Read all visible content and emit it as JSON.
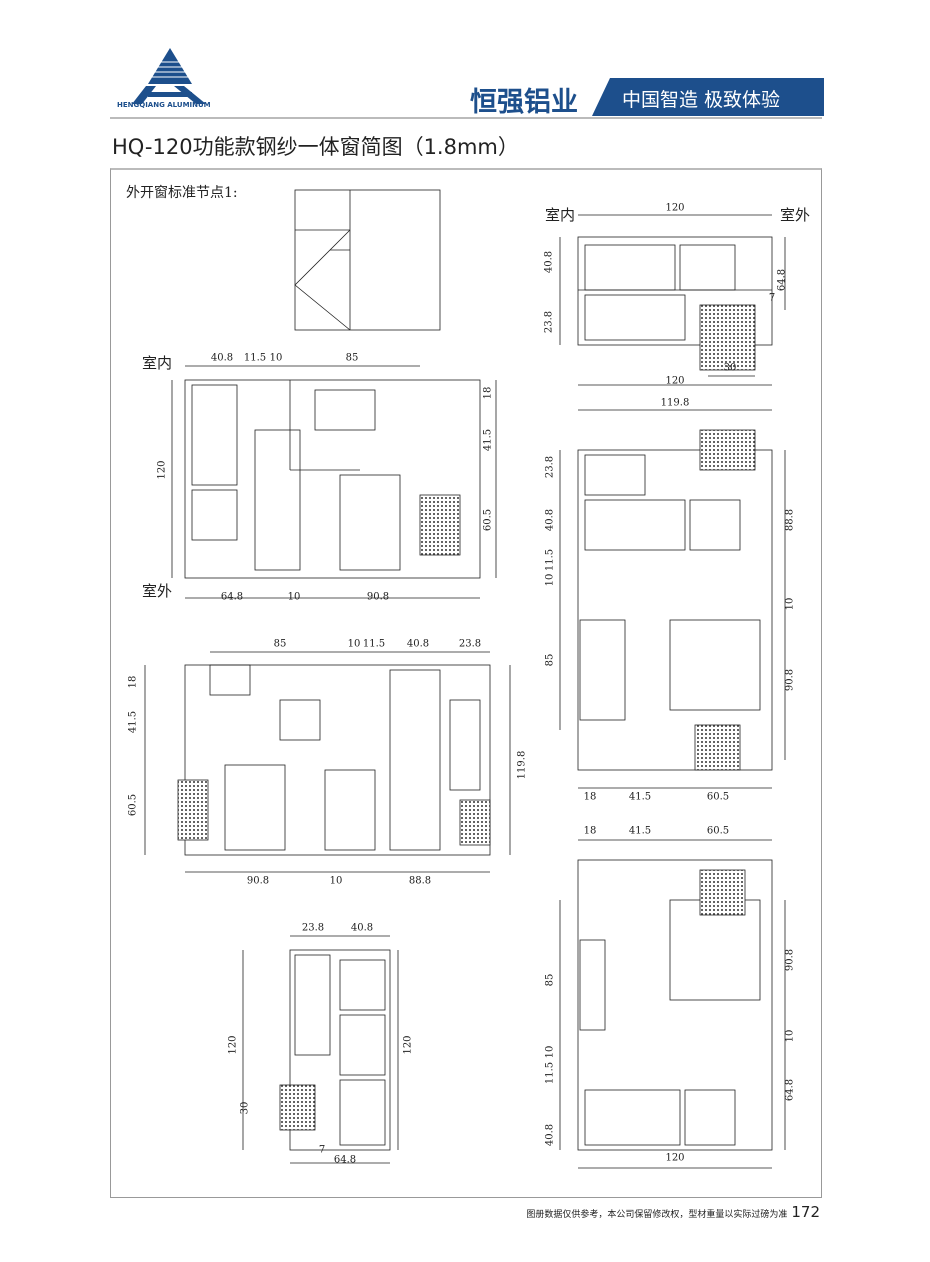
{
  "header": {
    "logo_text": "HENGQIANG ALUMINUM",
    "brand": "恒强铝业",
    "slogan": "中国智造 极致体验",
    "brand_color": "#1d4f8c"
  },
  "title": "HQ-120功能款钢纱一体窗简图（1.8mm）",
  "node_label": "外开窗标准节点1:",
  "drawings": {
    "a": {
      "labels": [
        "室内",
        "120",
        "室外",
        "40.8",
        "23.8",
        "64.8",
        "7",
        "30",
        "120"
      ]
    },
    "b": {
      "labels": [
        "室内",
        "40.8",
        "11.5",
        "10",
        "85",
        "120",
        "18",
        "41.5",
        "60.5",
        "室外",
        "64.8",
        "10",
        "90.8"
      ]
    },
    "c": {
      "labels": [
        "119.8",
        "23.8",
        "40.8",
        "11.5",
        "10",
        "85",
        "88.8",
        "10",
        "90.8",
        "18",
        "41.5",
        "60.5"
      ]
    },
    "d": {
      "labels": [
        "85",
        "10",
        "11.5",
        "40.8",
        "23.8",
        "18",
        "41.5",
        "60.5",
        "119.8",
        "90.8",
        "10",
        "88.8"
      ]
    },
    "e": {
      "labels": [
        "23.8",
        "40.8",
        "120",
        "30",
        "120",
        "7",
        "64.8"
      ]
    },
    "f": {
      "labels": [
        "18",
        "41.5",
        "60.5",
        "85",
        "10",
        "11.5",
        "40.8",
        "90.8",
        "10",
        "64.8",
        "120"
      ]
    }
  },
  "footer": {
    "note": "图册数据仅供参考，本公司保留修改权，型材重量以实际过磅为准",
    "page_number": "172"
  }
}
